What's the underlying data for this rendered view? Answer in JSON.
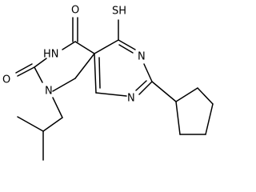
{
  "molecule": {
    "atoms": {
      "thiol": "SH",
      "carbonyl_oxygen_top": "O",
      "carbonyl_oxygen_left": "O",
      "amide_nitrogen": "HN",
      "ring_nitrogen_substituted": "N",
      "pyrimidine_nitrogen_right": "N",
      "pyrimidine_nitrogen_bottom": "N"
    },
    "colors": {
      "bond": "#000000",
      "label": "#000000",
      "background": "#ffffff"
    }
  }
}
